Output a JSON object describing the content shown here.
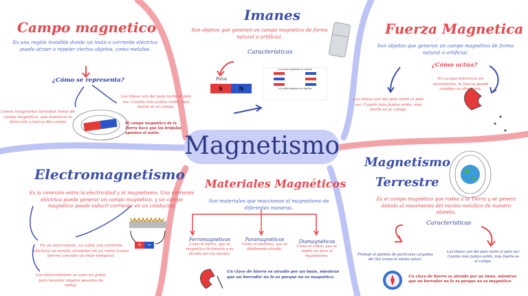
{
  "center": {
    "title": "Magnetismo"
  },
  "campo": {
    "title": "Campo magnetico",
    "definition": "Es una región invisible donde un imán o corriente eléctrica puede atraer o repeler ciertos objetos, como metales.",
    "question": "¿Cómo se representa?",
    "left_note": "Líneas imaginarias llamadas líneas de campo magnético, que muestran la dirección y fuerza del campo",
    "right_note": "Las líneas van del polo norte al polo sur. Cuanto más juntas estén, más fuerte es el campo.",
    "red_note": "El campo magnético de la Tierra hace que las brújulas apunten al norte."
  },
  "imanes": {
    "title": "Imanes",
    "definition": "Son objetos que generan un campo magnético de forma natural o artificial.",
    "features_label": "Características",
    "polos_label": "Polos",
    "pole_s": "S",
    "pole_n": "N",
    "attract_label": "Los polos opuestos se atraen",
    "repel_label": "Los polos iguales se repelen"
  },
  "fuerza": {
    "title": "Fuerza Magnetica",
    "definition": "Son objetos que generan un campo magnético de forma natural o artificial.",
    "question": "¿Cómo actúa?",
    "right_note": "En cargas eléctricas en movimiento, la fuerza puede cambiar su dirección.",
    "left_note": "Las líneas van del polo norte al polo sur. Cuanto más juntas estén, más fuerte es el campo."
  },
  "electro": {
    "title": "Electromagnetismo",
    "definition": "Es la conexión entre la electricidad y el magnetismo. Una corriente eléctrica puede generar un campo magnético, y un campo magnético puede inducir corriente en un conductor.",
    "note1": "En un electroimán, un cable con corriente eléctrica se enrolla alrededor de un metal (como hierro) creando un imán temporal.",
    "note2": "Los electroimanes se usan en grúas para levantar objetos pesados de metal.",
    "plus": "+",
    "minus": "−"
  },
  "materiales": {
    "title": "Materiales Magnéticos",
    "definition": "Son materiales que reaccionan al magnetismo de diferentes maneras.",
    "types": [
      {
        "name": "Ferromagnéticos",
        "desc": "Como el hierro, que se magnetiza fácilmente y es atraído por los imanes."
      },
      {
        "name": "Paramagnéticos",
        "desc": "Como el aluminio, que es débilmente atraído."
      },
      {
        "name": "Diamagnéticos",
        "desc": "Como el cobre, que se repele un poco al magnetismo."
      }
    ],
    "example": "Un clavo de hierro es atraído por un imán, mientras que un borrador no lo es porque no es magnético."
  },
  "terrestre": {
    "title_line1": "Magnetismo",
    "title_line2": "Terrestre",
    "definition": "Es el campo magnético que rodea a la Tierra y se genera debido al movimiento del núcleo metálico de nuestro planeta.",
    "features_label": "Características",
    "left_note": "Protege al planeta de partículas cargadas del Sol (como el viento solar).",
    "right_note": "Las líneas van del polo norte al polo sur. Cuanto más juntas estén, más fuerte es el campo.",
    "compass_note": "Un clavo de hierro es atraído por un imán, mientras que un borrador no lo es porque no es magnético."
  },
  "colors": {
    "red": "#e5484d",
    "blue": "#3b4fa8",
    "band_red": "#f2a3a8",
    "band_blue": "#bcc4f5",
    "center_bg": "#c9cff7"
  }
}
